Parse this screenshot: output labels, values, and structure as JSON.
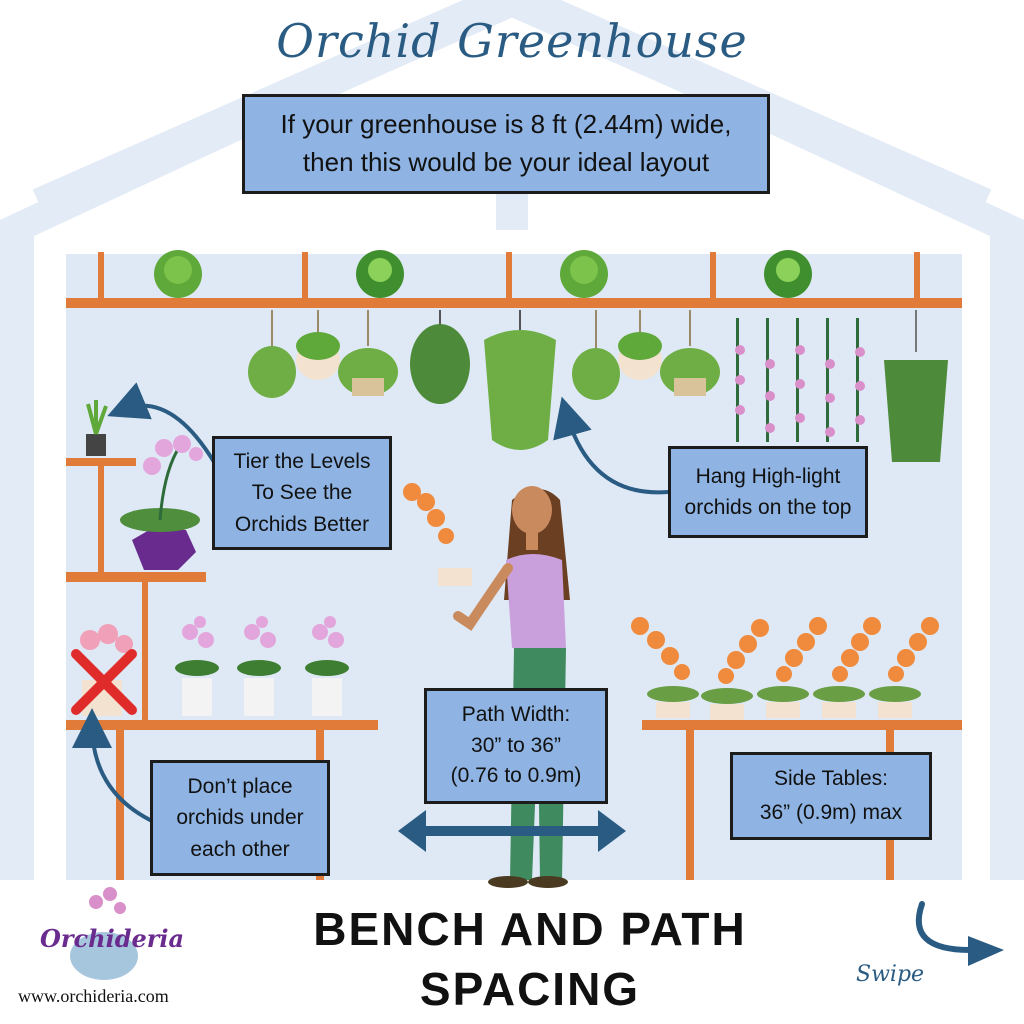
{
  "title": "Orchid Greenhouse",
  "intro": {
    "line1": "If your greenhouse is 8 ft (2.44m) wide,",
    "line2": "then this would be your ideal layout"
  },
  "callouts": {
    "tier": [
      "Tier the Levels",
      "To See the",
      "Orchids Better"
    ],
    "hang": [
      "Hang High-light",
      "orchids on the top"
    ],
    "path": [
      "Path Width:",
      "30” to 36”",
      "(0.76 to 0.9m)"
    ],
    "dont": [
      "Don’t place",
      "orchids under",
      "each other"
    ],
    "side": [
      "Side Tables:",
      "36” (0.9m) max"
    ]
  },
  "heading": {
    "line1": "BENCH AND PATH",
    "line2": "SPACING"
  },
  "logo": {
    "name": "Orchideria",
    "website": "www.orchideria.com"
  },
  "swipe": "Swipe",
  "colors": {
    "greenhouse_frame": "#e3ebf6",
    "interior": "#dfe9f5",
    "shelf": "#e07b39",
    "callout_fill": "#8fb4e3",
    "arrow": "#2a5b83",
    "title": "#2a5b83"
  },
  "icons": [
    "succulent-icon",
    "hanging-plant-icon",
    "orchid-icon",
    "person-figure",
    "cross-mark-icon",
    "swipe-arrow-icon"
  ]
}
